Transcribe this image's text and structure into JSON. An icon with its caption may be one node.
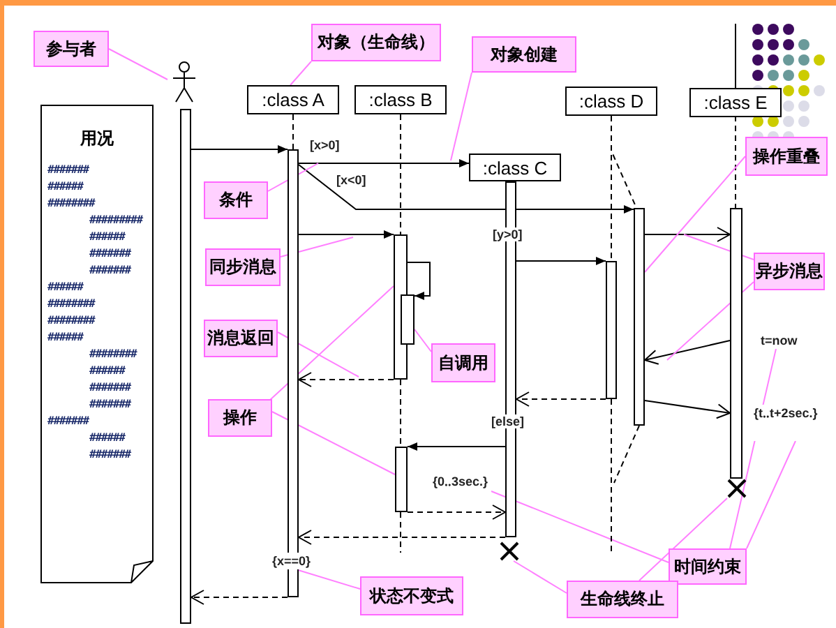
{
  "diagram": {
    "nodes": [
      {
        "text": [
          "参与者"
        ]
      },
      {
        "text": [],
        "shape": "person"
      },
      {
        "text": [
          "对象（生命线）"
        ]
      },
      {
        "text": [
          "对象创建"
        ]
      },
      {
        "text": [
          ":class A"
        ]
      },
      {
        "text": [
          ":class B"
        ]
      },
      {
        "text": [
          ":class D"
        ]
      },
      {
        "text": [
          ":class E"
        ]
      },
      {
        "text": [
          "操作重叠"
        ]
      },
      {
        "text": [
          "用况"
        ]
      },
      {
        "text": [],
        "shape": "bar"
      },
      {
        "text": [],
        "shape": "bar"
      },
      {
        "text": [
          ":class C"
        ]
      },
      {
        "text": [
          "条件"
        ]
      },
      {
        "text": [],
        "shape": "bar"
      },
      {
        "text": [],
        "shape": "bar"
      },
      {
        "text": [],
        "shape": "bar"
      },
      {
        "text": [
          "同步消息"
        ]
      },
      {
        "text": [],
        "shape": "bar"
      },
      {
        "text": [],
        "shape": "bar"
      },
      {
        "text": [
          "异步消息"
        ]
      },
      {
        "text": [],
        "shape": "bar"
      },
      {
        "text": [
          "消息返回"
        ]
      },
      {
        "text": [
          "自调用"
        ]
      },
      {
        "text": [
          "t=now"
        ]
      },
      {
        "text": [
          "操作"
        ]
      },
      {
        "text": [
          "{t‥t+2sec.}"
        ]
      },
      {
        "text": [],
        "shape": "bar"
      },
      {
        "text": [
          "{0‥3sec.}"
        ]
      },
      {
        "text": [],
        "shape": "cross"
      },
      {
        "text": [],
        "shape": "cross"
      },
      {
        "text": [
          "{x==0}"
        ]
      },
      {
        "text": [
          "时间约束"
        ]
      },
      {
        "text": [
          "状态不变式"
        ]
      },
      {
        "text": [
          "生命线终止"
        ]
      }
    ],
    "edges": [
      {
        "from": 4,
        "to": 11,
        "arrow": "none",
        "style": "dashed"
      },
      {
        "from": 5,
        "to": 14,
        "arrow": "none",
        "style": "dashed"
      },
      {
        "from": 14,
        "to": 27,
        "arrow": "none",
        "style": "dashed"
      },
      {
        "from": 6,
        "to": 19,
        "arrow": "none",
        "style": "dashed"
      },
      {
        "from": 6,
        "to": 15,
        "arrow": "none",
        "style": "dashed"
      },
      {
        "from": 7,
        "to": 16,
        "arrow": "none",
        "style": "dashed"
      },
      {
        "from": 10,
        "to": 11,
        "arrow": "to"
      },
      {
        "from": 11,
        "to": 12,
        "arrow": "to",
        "label": "[x>0]"
      },
      {
        "from": 11,
        "to": 15,
        "arrow": "to",
        "label": "[x<0]"
      },
      {
        "from": 11,
        "to": 14,
        "arrow": "to"
      },
      {
        "from": 14,
        "to": 21,
        "arrow": "to"
      },
      {
        "from": 14,
        "to": 11,
        "arrow": "to",
        "style": "dashed"
      },
      {
        "from": 18,
        "to": 19,
        "arrow": "to",
        "label": "[y>0]"
      },
      {
        "from": 15,
        "to": 16,
        "arrow": "to"
      },
      {
        "from": 16,
        "to": 15,
        "arrow": "to"
      },
      {
        "from": 15,
        "to": 16,
        "arrow": "to"
      },
      {
        "from": 19,
        "to": 18,
        "arrow": "to",
        "style": "dashed"
      },
      {
        "from": 18,
        "to": 27,
        "arrow": "to",
        "label": "[else]"
      },
      {
        "from": 27,
        "to": 18,
        "arrow": "to",
        "style": "dashed"
      },
      {
        "from": 18,
        "to": 11,
        "arrow": "to",
        "style": "dashed"
      },
      {
        "from": 11,
        "to": 10,
        "arrow": "to",
        "style": "dashed"
      },
      {
        "from": 0,
        "to": 1,
        "arrow": "none",
        "color": "#ff80ff"
      },
      {
        "from": 2,
        "to": 4,
        "arrow": "none",
        "color": "#ff80ff"
      },
      {
        "from": 3,
        "to": null,
        "arrow": "none",
        "color": "#ff80ff"
      },
      {
        "from": 13,
        "to": null,
        "arrow": "none",
        "color": "#ff80ff"
      },
      {
        "from": 17,
        "to": null,
        "arrow": "none",
        "color": "#ff80ff"
      },
      {
        "from": 22,
        "to": null,
        "arrow": "none",
        "color": "#ff80ff"
      },
      {
        "from": 25,
        "to": 14,
        "arrow": "none",
        "color": "#ff80ff"
      },
      {
        "from": 25,
        "to": 27,
        "arrow": "none",
        "color": "#ff80ff"
      },
      {
        "from": 23,
        "to": 21,
        "arrow": "none",
        "color": "#ff80ff"
      },
      {
        "from": 33,
        "to": 31,
        "arrow": "none",
        "color": "#ff80ff"
      },
      {
        "from": 34,
        "to": 30,
        "arrow": "none",
        "color": "#ff80ff"
      },
      {
        "from": 34,
        "to": 29,
        "arrow": "none",
        "color": "#ff80ff"
      },
      {
        "from": 32,
        "to": 28,
        "arrow": "none",
        "color": "#ff80ff"
      },
      {
        "from": 32,
        "to": 24,
        "arrow": "none",
        "color": "#ff80ff"
      },
      {
        "from": 32,
        "to": 26,
        "arrow": "none",
        "color": "#ff80ff"
      },
      {
        "from": 8,
        "to": 15,
        "arrow": "none",
        "color": "#ff80ff"
      },
      {
        "from": 20,
        "to": null,
        "arrow": "none",
        "color": "#ff80ff"
      },
      {
        "from": 20,
        "to": null,
        "arrow": "none",
        "color": "#ff80ff"
      },
      {
        "from": 27,
        "to": null,
        "arrow": "none",
        "style": "dashed"
      },
      {
        "from": 19,
        "to": null,
        "arrow": "none",
        "style": "dashed"
      },
      {
        "from": 15,
        "to": null,
        "arrow": "none",
        "style": "dashed"
      }
    ],
    "labels": [
      "#######",
      "######",
      "########",
      "#########",
      "######",
      "#######",
      "#######",
      "######",
      "########",
      "########",
      "######",
      "########",
      "######",
      "#######",
      "#######",
      "#######",
      "######",
      "#######"
    ]
  }
}
